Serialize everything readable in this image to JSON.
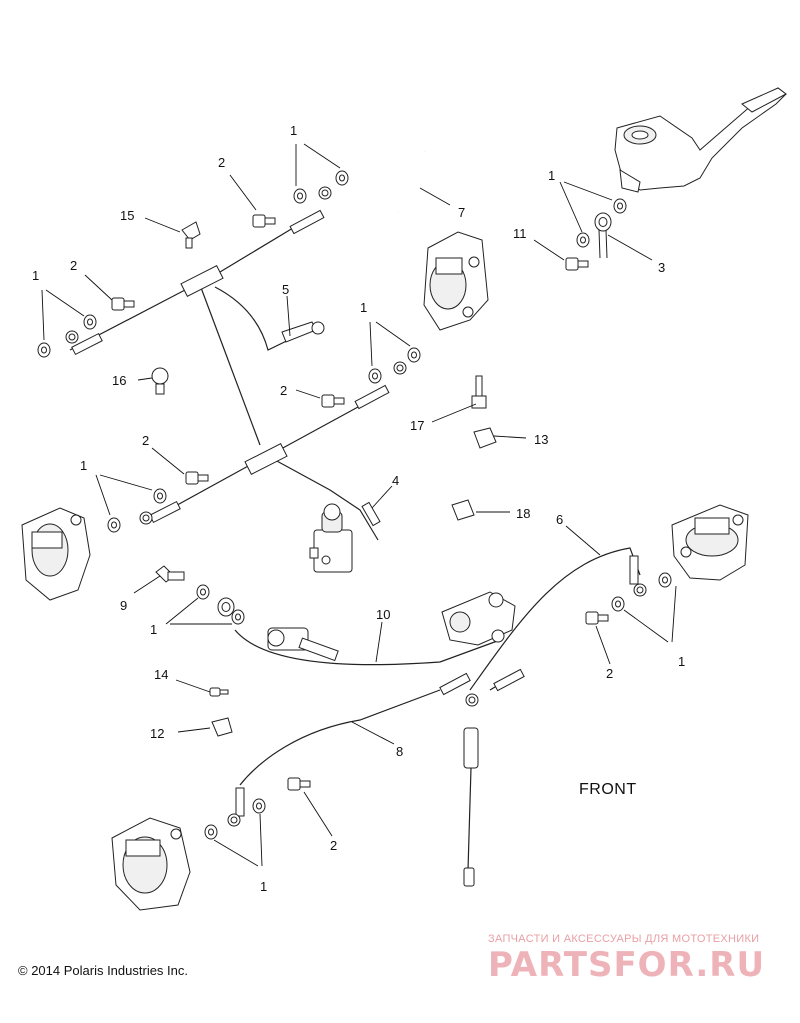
{
  "callouts": [
    {
      "id": "c1a",
      "label": "1"
    },
    {
      "id": "c2a",
      "label": "2"
    },
    {
      "id": "c15",
      "label": "15"
    },
    {
      "id": "c7",
      "label": "7"
    },
    {
      "id": "c1b",
      "label": "1"
    },
    {
      "id": "c11",
      "label": "11"
    },
    {
      "id": "c3",
      "label": "3"
    },
    {
      "id": "c1c",
      "label": "1"
    },
    {
      "id": "c2b",
      "label": "2"
    },
    {
      "id": "c5",
      "label": "5"
    },
    {
      "id": "c1d",
      "label": "1"
    },
    {
      "id": "c16",
      "label": "16"
    },
    {
      "id": "c2c",
      "label": "2"
    },
    {
      "id": "c17",
      "label": "17"
    },
    {
      "id": "c13",
      "label": "13"
    },
    {
      "id": "c2d",
      "label": "2"
    },
    {
      "id": "c1e",
      "label": "1"
    },
    {
      "id": "c4",
      "label": "4"
    },
    {
      "id": "c18",
      "label": "18"
    },
    {
      "id": "c6",
      "label": "6"
    },
    {
      "id": "c9",
      "label": "9"
    },
    {
      "id": "c1f",
      "label": "1"
    },
    {
      "id": "c10",
      "label": "10"
    },
    {
      "id": "c2e",
      "label": "2"
    },
    {
      "id": "c1g",
      "label": "1"
    },
    {
      "id": "c14",
      "label": "14"
    },
    {
      "id": "c12",
      "label": "12"
    },
    {
      "id": "c8",
      "label": "8"
    },
    {
      "id": "c2f",
      "label": "2"
    },
    {
      "id": "c1h",
      "label": "1"
    }
  ],
  "front_label": "FRONT",
  "copyright": "© 2014 Polaris Industries Inc.",
  "watermark": {
    "tagline": "ЗАПЧАСТИ И АКСЕССУАРЫ ДЛЯ МОТОТЕХНИКИ",
    "brand": "PARTSFOR.RU"
  },
  "colors": {
    "line": "#222222",
    "watermark_brand": "#eeb3b8",
    "watermark_tagline": "#e8a0a6"
  }
}
